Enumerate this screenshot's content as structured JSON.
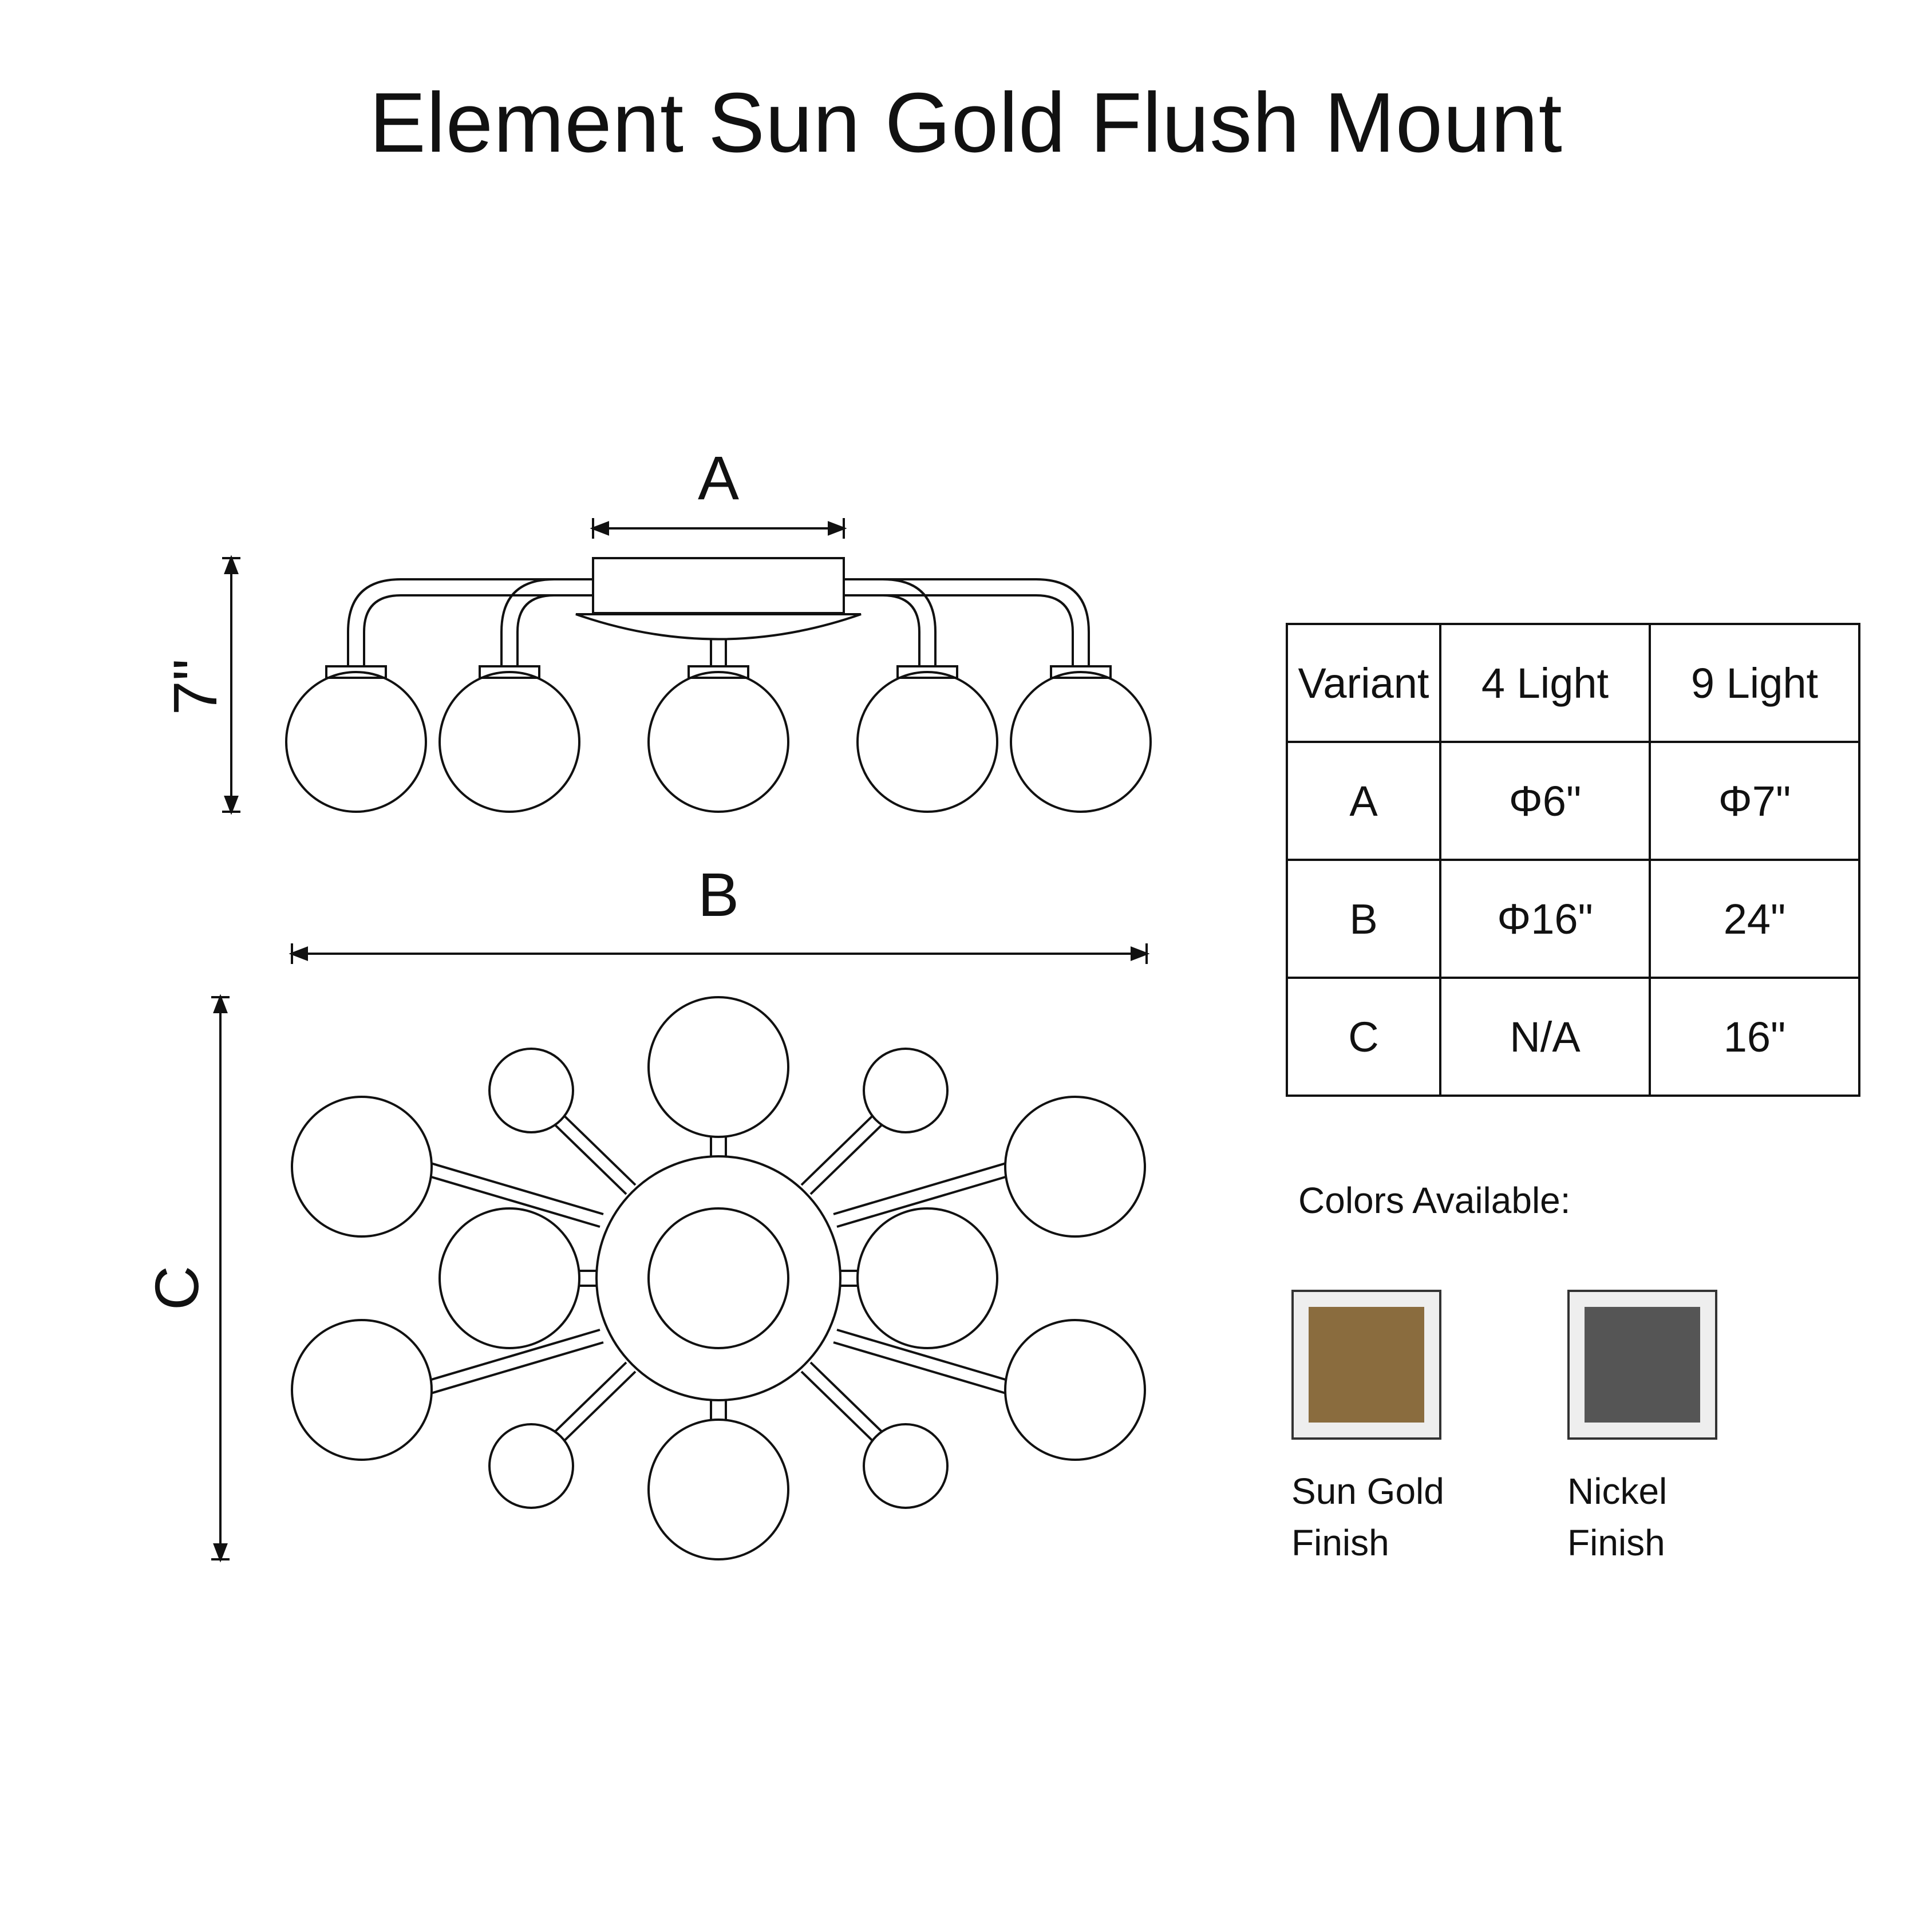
{
  "title": "Element Sun Gold Flush Mount",
  "side_view": {
    "width_label": "A",
    "height_label": "7\""
  },
  "top_view": {
    "width_label": "B",
    "depth_label": "C"
  },
  "spec_table": {
    "headers": [
      "Variant",
      "4 Light",
      "9 Light"
    ],
    "rows": [
      [
        "A",
        "Φ6\"",
        "Φ7\""
      ],
      [
        "B",
        "Φ16\"",
        "24\""
      ],
      [
        "C",
        "N/A",
        "16\""
      ]
    ]
  },
  "colors": {
    "heading": "Colors Available:",
    "swatches": [
      {
        "label_line1": "Sun Gold",
        "label_line2": "Finish",
        "color": "#8a6c3e"
      },
      {
        "label_line1": "Nickel",
        "label_line2": "Finish",
        "color": "#555555"
      }
    ]
  }
}
